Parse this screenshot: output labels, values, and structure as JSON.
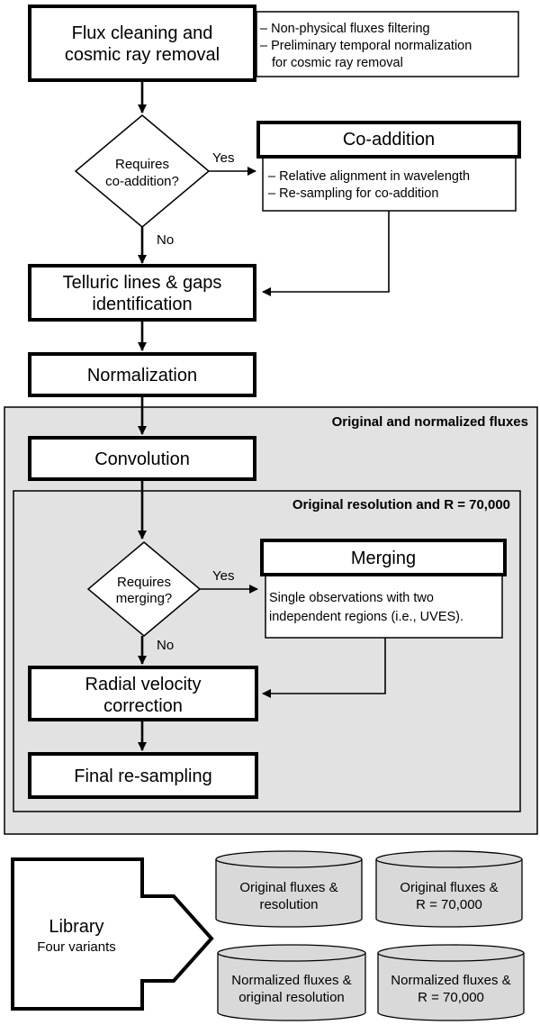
{
  "steps": {
    "flux_cleaning": [
      "Flux cleaning and",
      "cosmic ray removal"
    ],
    "flux_cleaning_notes": [
      "– Non-physical fluxes filtering",
      "– Preliminary temporal normalization",
      "for cosmic ray removal"
    ],
    "coaddition_question": [
      "Requires",
      "co-addition?"
    ],
    "coaddition_yes": "Yes",
    "coaddition_no": "No",
    "coaddition_title": "Co-addition",
    "coaddition_notes": [
      "– Relative alignment in wavelength",
      "– Re-sampling for co-addition"
    ],
    "telluric": [
      "Telluric lines & gaps",
      "identification"
    ],
    "normalization": "Normalization",
    "convolution": "Convolution",
    "merging_question": [
      "Requires",
      "merging?"
    ],
    "merging_yes": "Yes",
    "merging_no": "No",
    "merging_title": "Merging",
    "merging_notes": [
      "Single observations with two",
      "independent regions (i.e., UVES)."
    ],
    "radial_velocity": [
      "Radial velocity",
      "correction"
    ],
    "final_resampling": "Final re-sampling"
  },
  "groups": {
    "outer_label": "Original and normalized fluxes",
    "inner_label": "Original resolution and R = 70,000"
  },
  "library": {
    "title": "Library",
    "subtitle": "Four variants",
    "variants": [
      [
        "Original fluxes &",
        "resolution"
      ],
      [
        "Original fluxes &",
        "R = 70,000"
      ],
      [
        "Normalized fluxes &",
        "original resolution"
      ],
      [
        "Normalized fluxes &",
        "R = 70,000"
      ]
    ]
  },
  "colors": {
    "group_fill": "#e2e2e2",
    "cylinder_fill": "#d9d9d9",
    "stroke": "#000000"
  }
}
